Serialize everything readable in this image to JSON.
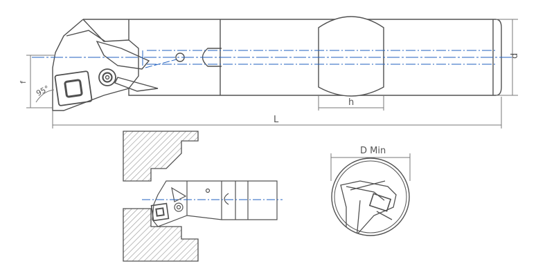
{
  "labels": {
    "f": "f",
    "angle": "95°",
    "h": "h",
    "d": "d",
    "L": "L",
    "d_min": "D Min"
  },
  "colors": {
    "outline": "#505050",
    "centerline": "#1f5fbf",
    "hatch": "#9a9a9a",
    "dimension": "#555555"
  },
  "icons": [
    "square-insert",
    "clamp-screw",
    "coolant-hole",
    "hatched-bore-section"
  ]
}
